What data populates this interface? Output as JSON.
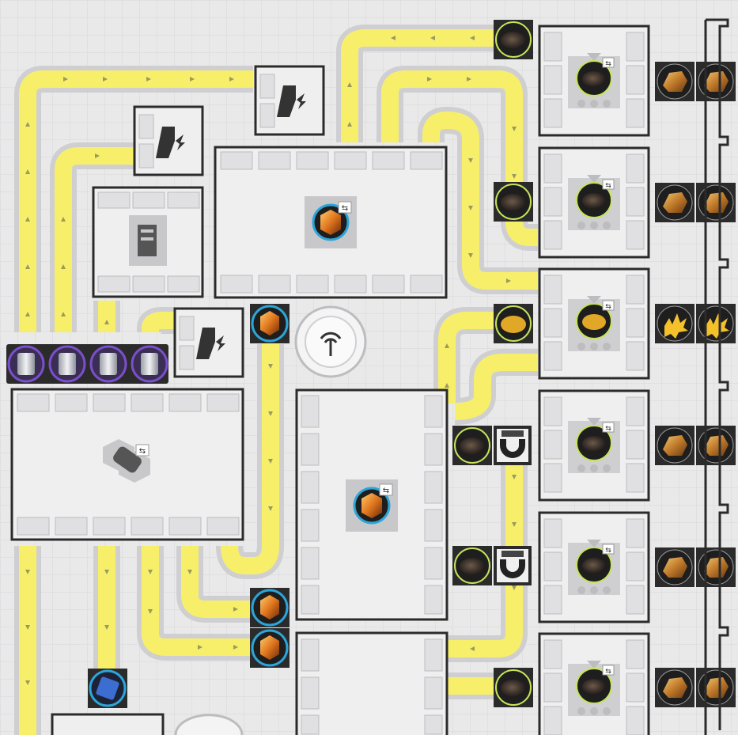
{
  "scene": "factory-automation-grid",
  "hud": {
    "tower_label": "",
    "swap_badge_glyph": "⇆"
  },
  "palette": {
    "background": "#e9e9ea",
    "grid_line": "#d9d9dc",
    "belt_fill": "#f7ef6a",
    "belt_border": "#c9c9cc",
    "machine_frame": "#2b2b2b",
    "machine_body": "#efefef",
    "ore_gold": "#d9a034",
    "crystal_orange": "#f08a24",
    "ring_green": "#c5e45a",
    "ring_blue": "#2ca5d8",
    "ring_purple": "#7a4fc9"
  },
  "entities": {
    "belts": "conveyor-belts",
    "refiners": [
      "refiner-1",
      "refiner-2",
      "refiner-3",
      "refiner-4",
      "refiner-5",
      "refiner-6"
    ],
    "resource_outputs": [
      "gold-ore",
      "gold-ore",
      "spark-ore",
      "gold-ore",
      "gold-ore",
      "gold-ore"
    ],
    "resource_inputs": [
      "dark-ore",
      "dark-ore",
      "yellow-ore",
      "dark-ore",
      "dark-ore",
      "dark-ore"
    ],
    "crafters": [
      "crafter-large-top",
      "crafter-large-middle",
      "packer-left",
      "mixer-left"
    ],
    "storage_items": [
      "battery-cell",
      "battery-cell",
      "battery-cell",
      "battery-cell"
    ],
    "splitters": [
      "splitter-1",
      "splitter-2"
    ]
  }
}
